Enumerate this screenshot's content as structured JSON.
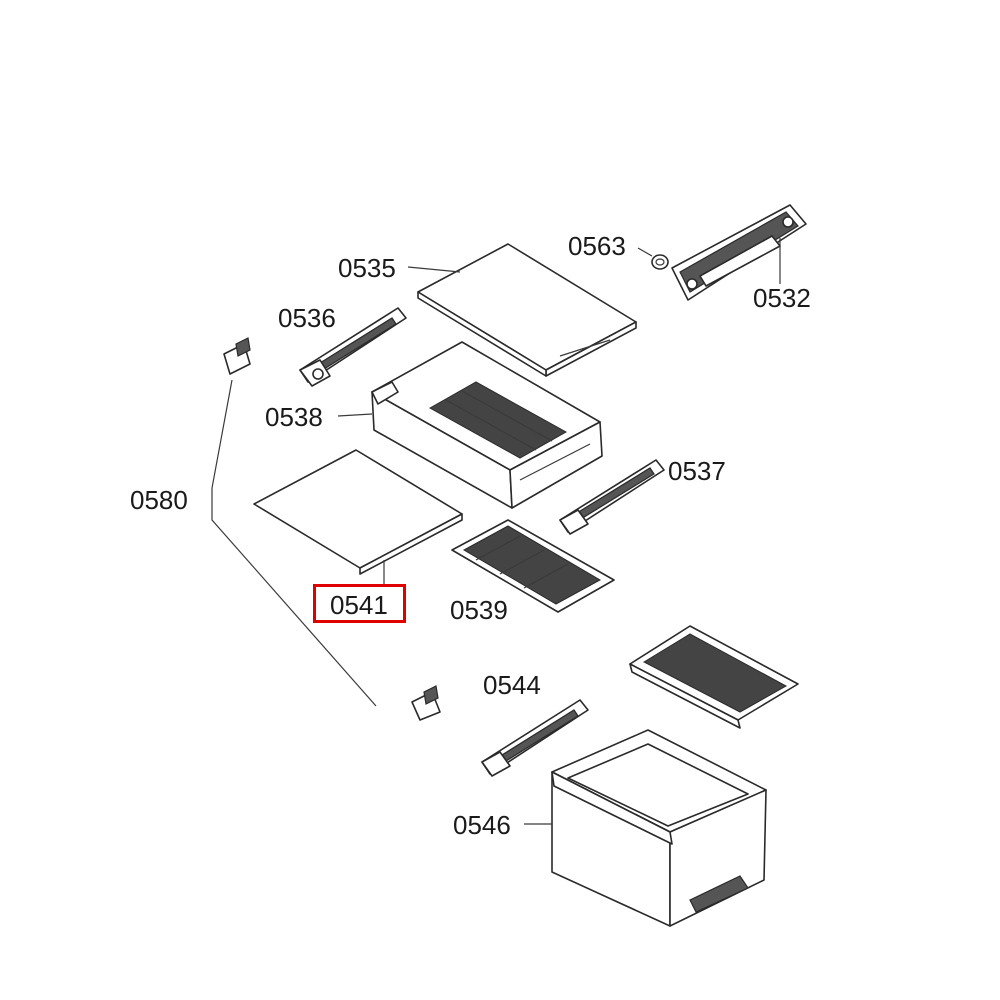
{
  "parts": [
    {
      "id": "p0535",
      "label": "0535"
    },
    {
      "id": "p0536",
      "label": "0536"
    },
    {
      "id": "p0538",
      "label": "0538"
    },
    {
      "id": "p0563",
      "label": "0563"
    },
    {
      "id": "p0532",
      "label": "0532"
    },
    {
      "id": "p0537",
      "label": "0537"
    },
    {
      "id": "p0580",
      "label": "0580"
    },
    {
      "id": "p0541",
      "label": "0541",
      "highlighted": true
    },
    {
      "id": "p0539",
      "label": "0539"
    },
    {
      "id": "p0544",
      "label": "0544"
    },
    {
      "id": "p0546",
      "label": "0546"
    }
  ],
  "colors": {
    "highlight": "#e00000",
    "line": "#2a2a2a",
    "background": "#ffffff"
  }
}
